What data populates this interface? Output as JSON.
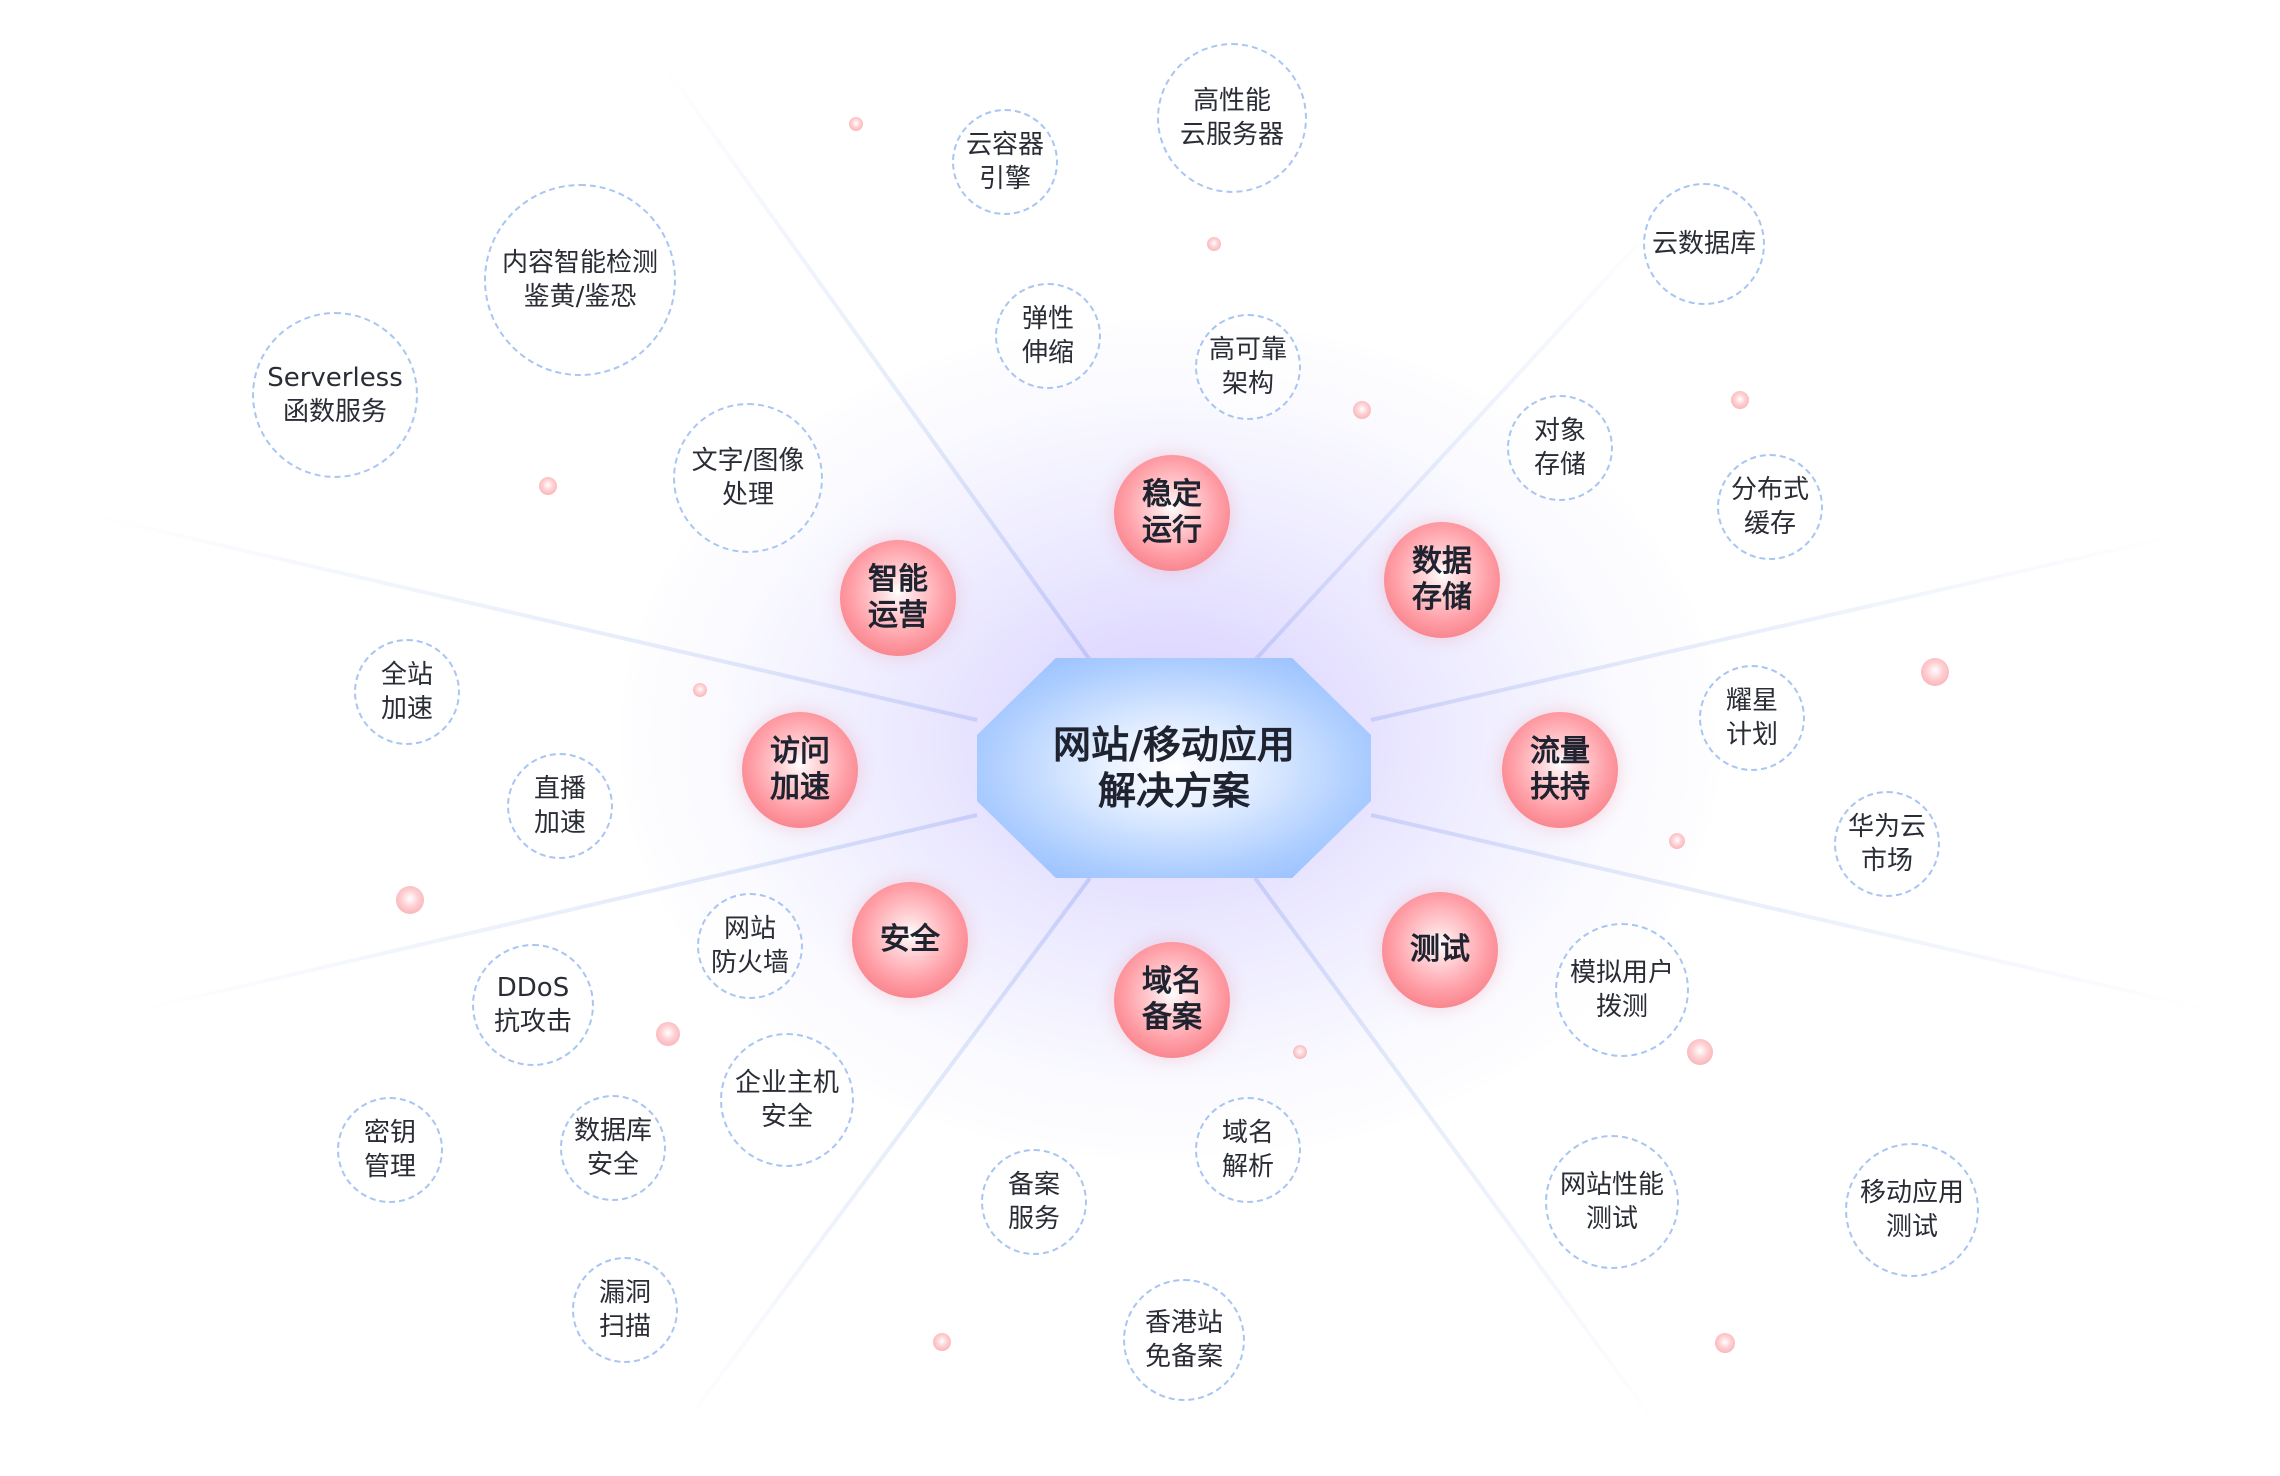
{
  "hub": {
    "label": "网站/移动应用\n解决方案"
  },
  "categories": [
    {
      "id": "stable",
      "label": "稳定\n运行"
    },
    {
      "id": "storage",
      "label": "数据\n存储"
    },
    {
      "id": "traffic",
      "label": "流量\n扶持"
    },
    {
      "id": "testing",
      "label": "测试"
    },
    {
      "id": "domain",
      "label": "域名\n备案"
    },
    {
      "id": "security",
      "label": "安全"
    },
    {
      "id": "access",
      "label": "访问\n加速"
    },
    {
      "id": "ops",
      "label": "智能\n运营"
    }
  ],
  "leaves": [
    {
      "label": "高性能\n云服务器",
      "category": "stable"
    },
    {
      "label": "云容器\n引擎",
      "category": "stable"
    },
    {
      "label": "弹性\n伸缩",
      "category": "stable"
    },
    {
      "label": "高可靠\n架构",
      "category": "stable"
    },
    {
      "label": "云数据库",
      "category": "storage"
    },
    {
      "label": "对象\n存储",
      "category": "storage"
    },
    {
      "label": "分布式\n缓存",
      "category": "storage"
    },
    {
      "label": "耀星\n计划",
      "category": "traffic"
    },
    {
      "label": "华为云\n市场",
      "category": "traffic"
    },
    {
      "label": "模拟用户\n拨测",
      "category": "testing"
    },
    {
      "label": "网站性能\n测试",
      "category": "testing"
    },
    {
      "label": "移动应用\n测试",
      "category": "testing"
    },
    {
      "label": "域名\n解析",
      "category": "domain"
    },
    {
      "label": "备案\n服务",
      "category": "domain"
    },
    {
      "label": "香港站\n免备案",
      "category": "domain"
    },
    {
      "label": "网站\n防火墙",
      "category": "security"
    },
    {
      "label": "企业主机\n安全",
      "category": "security"
    },
    {
      "label": "DDoS\n抗攻击",
      "category": "security"
    },
    {
      "label": "数据库\n安全",
      "category": "security"
    },
    {
      "label": "密钥\n管理",
      "category": "security"
    },
    {
      "label": "漏洞\n扫描",
      "category": "security"
    },
    {
      "label": "全站\n加速",
      "category": "access"
    },
    {
      "label": "直播\n加速",
      "category": "access"
    },
    {
      "label": "内容智能检测\n鉴黄/鉴恐",
      "category": "ops"
    },
    {
      "label": "Serverless\n函数服务",
      "category": "ops"
    },
    {
      "label": "文字/图像\n处理",
      "category": "ops"
    }
  ],
  "colors": {
    "hub_fill": "#a9cbff",
    "category_fill": "#f1656f",
    "leaf_border": "#a9c6f2",
    "ray": "#c9d8f5",
    "text": "#1f2330"
  }
}
